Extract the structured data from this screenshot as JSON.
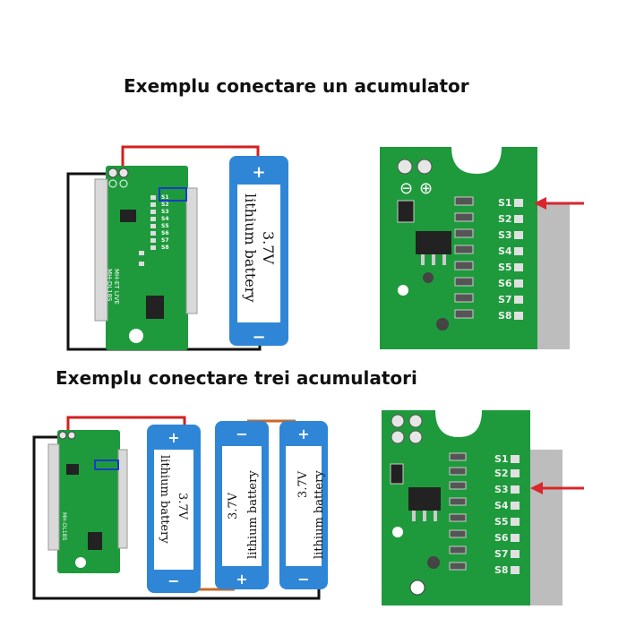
{
  "titles": {
    "one": "Exemplu conectare un acumulator",
    "three": "Exemplu conectare trei acumulatori"
  },
  "board": {
    "model": "MH-ET LIVE",
    "part": "MH-DL18S",
    "pads": [
      "S1",
      "S2",
      "S3",
      "S4",
      "S5",
      "S6",
      "S7",
      "S8"
    ],
    "minus_symbol": "⊖",
    "plus_symbol": "⊕"
  },
  "battery": {
    "voltage": "3.7V",
    "voltage_spaced": "3.7V",
    "name": "lithium battery",
    "plus": "+",
    "minus": "−"
  },
  "colors": {
    "pcb": "#1e9a3c",
    "pcb_dark": "#157a2e",
    "battery": "#2f86d6",
    "wire_red": "#d41f1f",
    "wire_black": "#111111",
    "arrow": "#d8262c",
    "highlight": "#1a3cc8"
  }
}
